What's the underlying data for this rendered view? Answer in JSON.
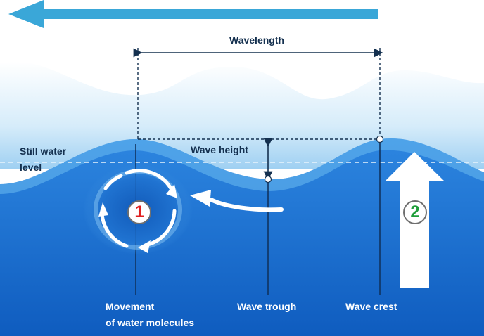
{
  "labels": {
    "wavelength": "Wavelength",
    "wave_height": "Wave height",
    "still_water_line1": "Still water",
    "still_water_line2": "level",
    "movement_line1": "Movement",
    "movement_line2": "of water molecules",
    "wave_trough": "Wave trough",
    "wave_crest": "Wave crest"
  },
  "markers": {
    "one": "1",
    "two": "2"
  },
  "colors": {
    "deep_water": "#1b6fd0",
    "surface_water": "#4aa3e6",
    "foam": "#cfe8f8",
    "arrow_top": "#3aa7d8",
    "label_dark": "#14304f",
    "marker_one": "#e02020",
    "marker_two": "#1f9e3a"
  },
  "icons": {
    "direction_arrow": "arrow-left-icon",
    "rise_arrow": "arrow-up-icon",
    "circular_motion": "rotation-icon"
  }
}
